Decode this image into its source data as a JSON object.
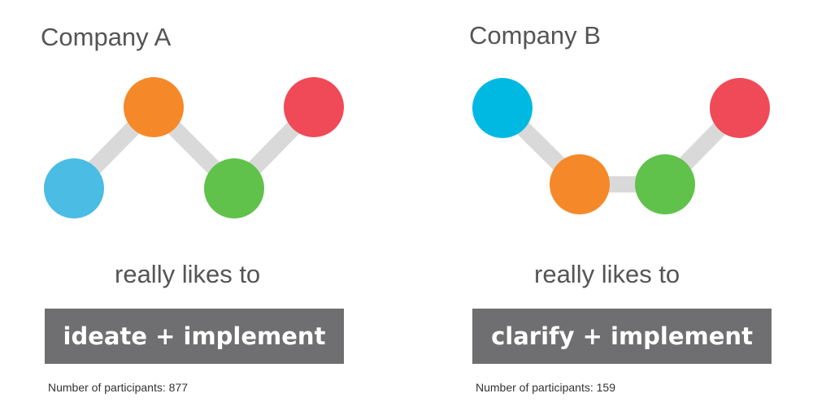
{
  "company_a": {
    "name": "Company A",
    "likes_text": "really likes to",
    "style_label": "ideate + implement",
    "participants_label": "Number of participants:",
    "participants_count": "877",
    "nodes": [
      {
        "color": "#4bbce4",
        "role": "low"
      },
      {
        "color": "#f5892a",
        "role": "high"
      },
      {
        "color": "#60c24a",
        "role": "low"
      },
      {
        "color": "#f04a58",
        "role": "high"
      }
    ]
  },
  "company_b": {
    "name": "Company B",
    "likes_text": "really likes to",
    "style_label": "clarify + implement",
    "participants_label": "Number of participants:",
    "participants_count": "159",
    "nodes": [
      {
        "color": "#00b9e2",
        "role": "high"
      },
      {
        "color": "#f5892a",
        "role": "low"
      },
      {
        "color": "#60c24a",
        "role": "low"
      },
      {
        "color": "#f04a58",
        "role": "high"
      }
    ]
  },
  "colors": {
    "connector": "#d9d9d9",
    "banner": "#6f6f71",
    "title_text": "#555555"
  }
}
